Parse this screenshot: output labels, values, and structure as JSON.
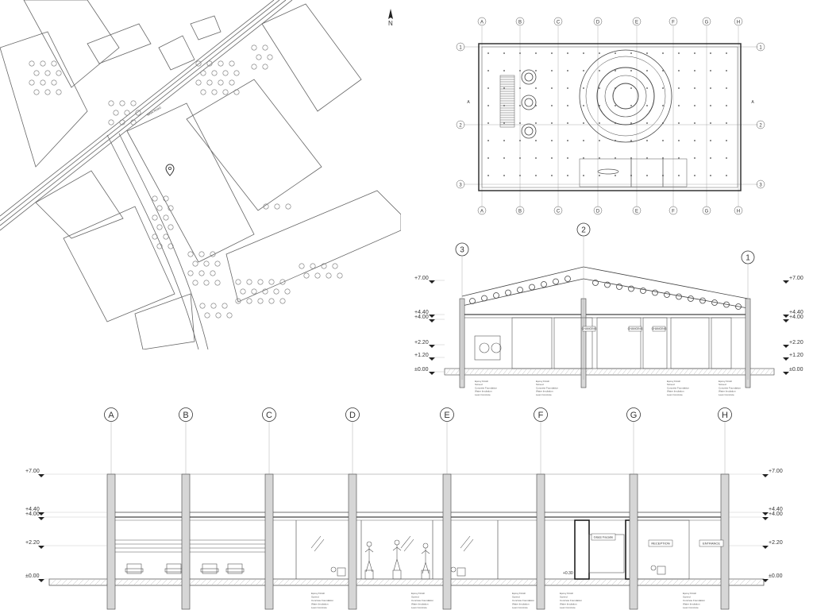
{
  "site_plan": {
    "north_label": "N",
    "road_label": "MAIN ROAD"
  },
  "floor_plan": {
    "col_labels": [
      "A",
      "B",
      "C",
      "D",
      "E",
      "F",
      "G",
      "H"
    ],
    "row_labels": [
      "1",
      "2",
      "3"
    ],
    "side_label": "A"
  },
  "upper_section": {
    "grid_labels": [
      "3",
      "2",
      "1"
    ],
    "levels": [
      "+7.00",
      "+4.40",
      "+4.00",
      "+2.20",
      "+1.20",
      "±0.00"
    ],
    "room_labels": [
      "CHANGING",
      "CHANGING",
      "CHANGING"
    ],
    "note_lines": [
      "Epoxy Finish",
      "Screed",
      "Concrete Foundation",
      "Water Insulation",
      "Lean Concrete"
    ]
  },
  "lower_section": {
    "grid_labels": [
      "A",
      "B",
      "C",
      "D",
      "E",
      "F",
      "G",
      "H"
    ],
    "levels": [
      "+7.00",
      "+4.40",
      "+4.00",
      "+2.20",
      "±0.00"
    ],
    "room_labels": [
      "Glass Facade",
      "RECEPTION",
      "ENTRANCE"
    ],
    "spot_level": "+0.30",
    "note_lines": [
      "Epoxy Finish",
      "Screed",
      "Concrete Foundation",
      "Water Insulation",
      "Lean Concrete"
    ]
  },
  "colors": {
    "line": "#555555",
    "light": "#9a9a9a",
    "hatch": "#8a8a8a"
  }
}
